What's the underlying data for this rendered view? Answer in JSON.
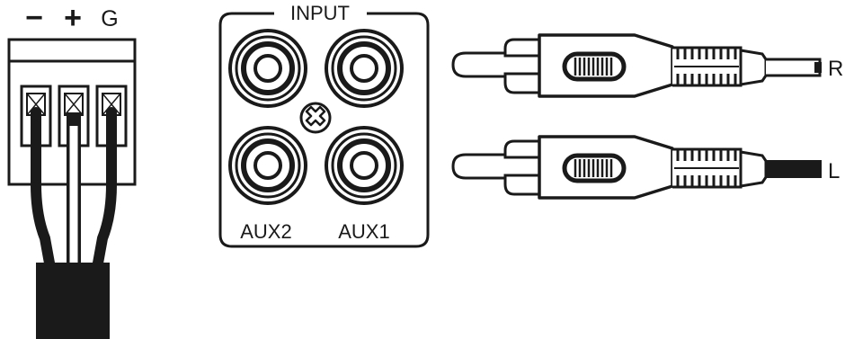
{
  "terminal_block": {
    "minus_label": "−",
    "plus_label": "+",
    "ground_label": "G"
  },
  "input_panel": {
    "title": "INPUT",
    "left_label": "AUX2",
    "right_label": "AUX1"
  },
  "rca_cable": {
    "top_channel": "R",
    "bottom_channel": "L"
  },
  "colors": {
    "ink": "#1a1a1a",
    "paper": "#ffffff"
  }
}
